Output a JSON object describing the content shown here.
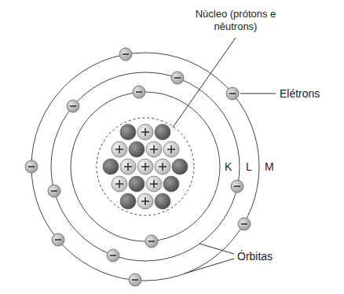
{
  "diagram": {
    "labels": [
      "Núcleo (prótons e nêutrons)",
      "Elétrons",
      "K",
      "L",
      "M",
      "Órbitas"
    ]
  }
}
